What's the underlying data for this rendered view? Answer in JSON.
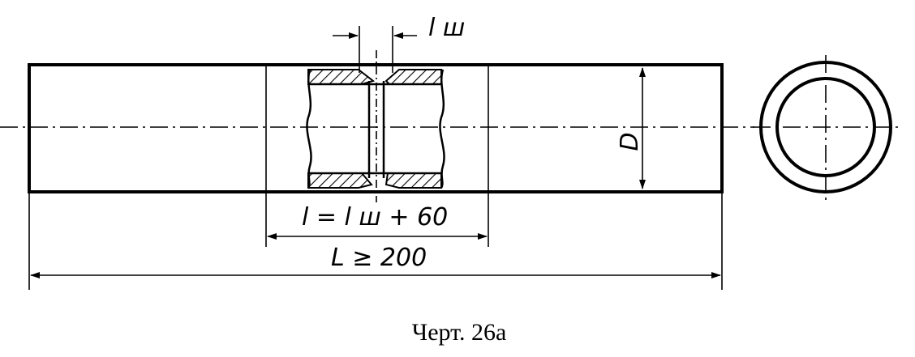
{
  "labels": {
    "weld_width": "l ш",
    "section_length": "l = l ш + 60",
    "total_length": "L ≥ 200",
    "diameter": "D"
  },
  "caption": "Черт. 26а"
}
